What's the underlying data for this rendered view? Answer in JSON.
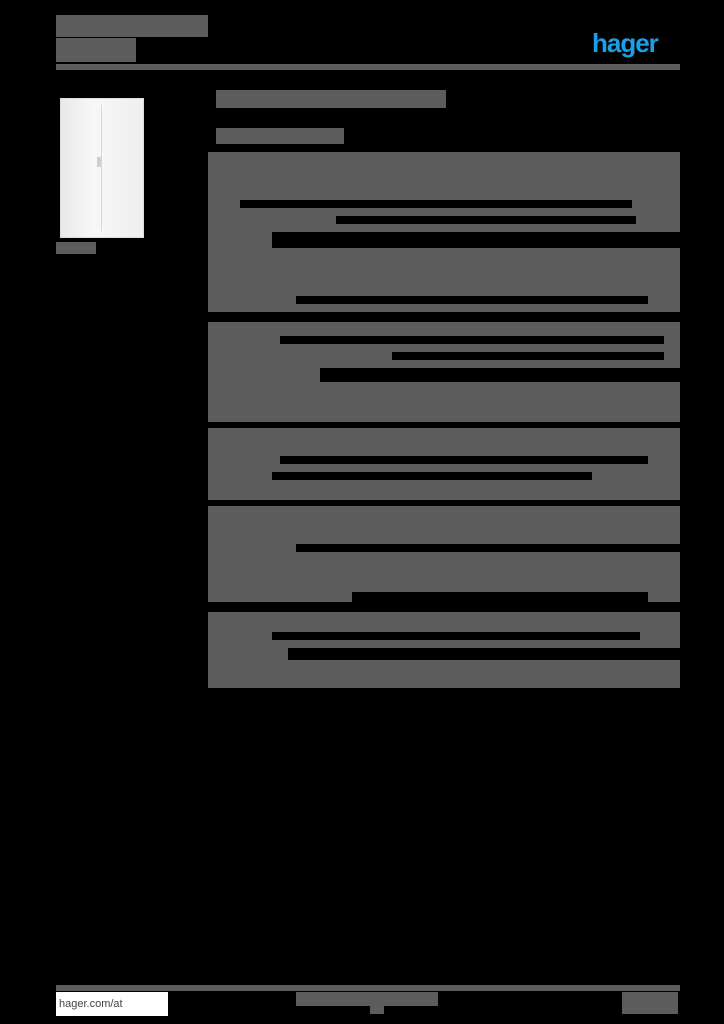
{
  "header": {
    "brand_logo": "hager"
  },
  "product": {
    "image": "enclosure-cabinet-image"
  },
  "footer": {
    "website": "hager.com/at"
  },
  "colors": {
    "brand": "#1aa0e6",
    "text_block": "#5b5c5b",
    "background": "#000000"
  }
}
